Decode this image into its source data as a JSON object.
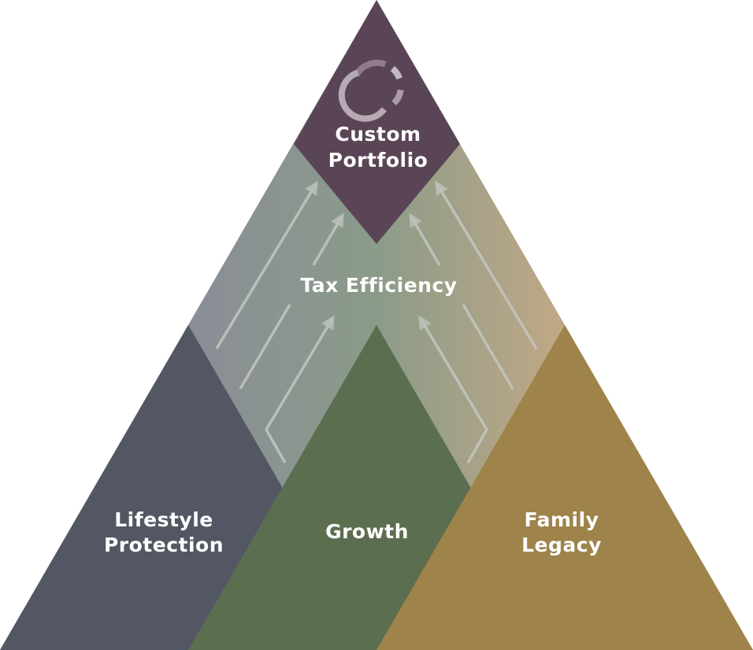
{
  "top": {
    "line1": "Custom",
    "line2": "Portfolio",
    "icon": "ring-segments-icon"
  },
  "middle": {
    "label": "Tax Efficiency"
  },
  "bottom": {
    "left": {
      "line1": "Lifestyle",
      "line2": "Protection"
    },
    "center": {
      "label": "Growth"
    },
    "right": {
      "line1": "Family",
      "line2": "Legacy"
    }
  },
  "colors": {
    "diamond": "#5a4556",
    "lifestyle": "#525763",
    "growth": "#5c6e50",
    "legacy": "#9e834a",
    "gradient_left": "#8a8d97",
    "gradient_mid": "#8b9b89",
    "gradient_right": "#c1a886"
  }
}
